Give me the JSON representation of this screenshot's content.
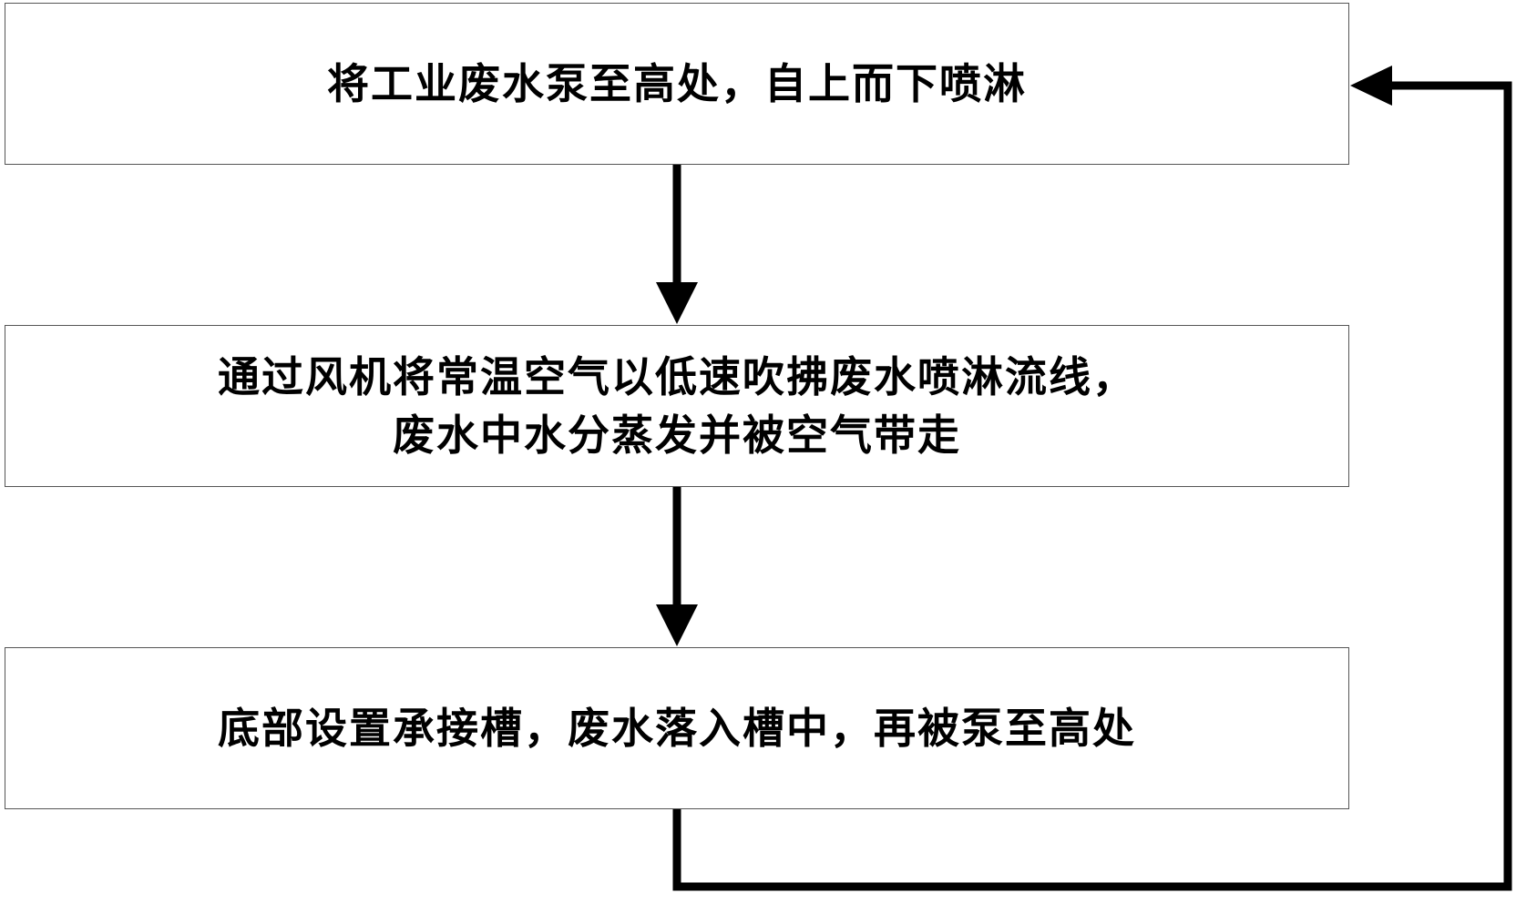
{
  "flowchart": {
    "steps": [
      {
        "lines": [
          "将工业废水泵至高处，自上而下喷淋"
        ]
      },
      {
        "lines": [
          "通过风机将常温空气以低速吹拂废水喷淋流线，",
          "废水中水分蒸发并被空气带走"
        ]
      },
      {
        "lines": [
          "底部设置承接槽，废水落入槽中，再被泵至高处"
        ]
      }
    ],
    "line_color": "#000000",
    "box_border_color": "#555555"
  }
}
